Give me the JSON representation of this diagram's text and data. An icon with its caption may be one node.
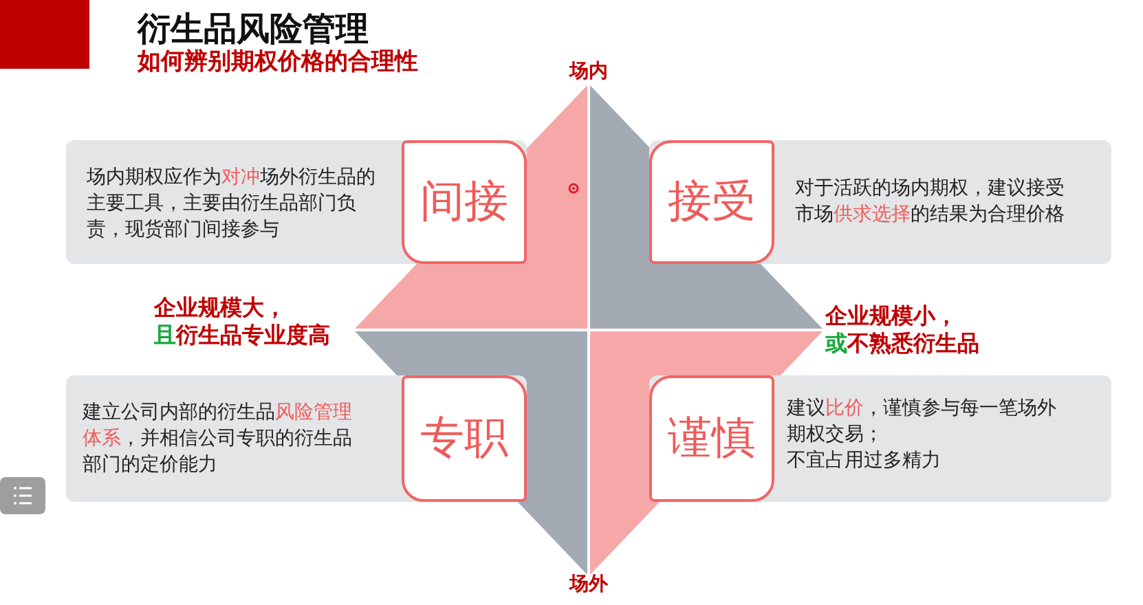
{
  "diagram": {
    "title": "衍生品风险管理",
    "nodes": [
      {
        "text": [
          "场内期权应作为**对冲**场外衍生品的主要工具，主要由衍生品部门负责，现货部门间接参与"
        ]
      },
      {
        "text": [
          "间接"
        ],
        "in": 0
      },
      {
        "text": [
          "对于活跃的场内期权，建议接受市场**供求选择**的结果为合理价格"
        ]
      },
      {
        "text": [
          "接受"
        ],
        "in": 2
      },
      {
        "text": [
          "建立公司内部的衍生品**风险管理体系**，并相信公司专职的衍生品部门的定价能力"
        ]
      },
      {
        "text": [
          "专职"
        ],
        "in": 4
      },
      {
        "text": [
          "建议**比价**，谨慎参与每一笔场外期权交易；",
          "不宜占用过多精力"
        ]
      },
      {
        "text": [
          "谨慎"
        ],
        "in": 6
      }
    ],
    "labels": [
      "如何辨别期权价格的合理性",
      "场内",
      "企业规模大，**且**衍生品专业度高",
      "企业规模小，**或**不熟悉衍生品",
      "场外"
    ]
  }
}
